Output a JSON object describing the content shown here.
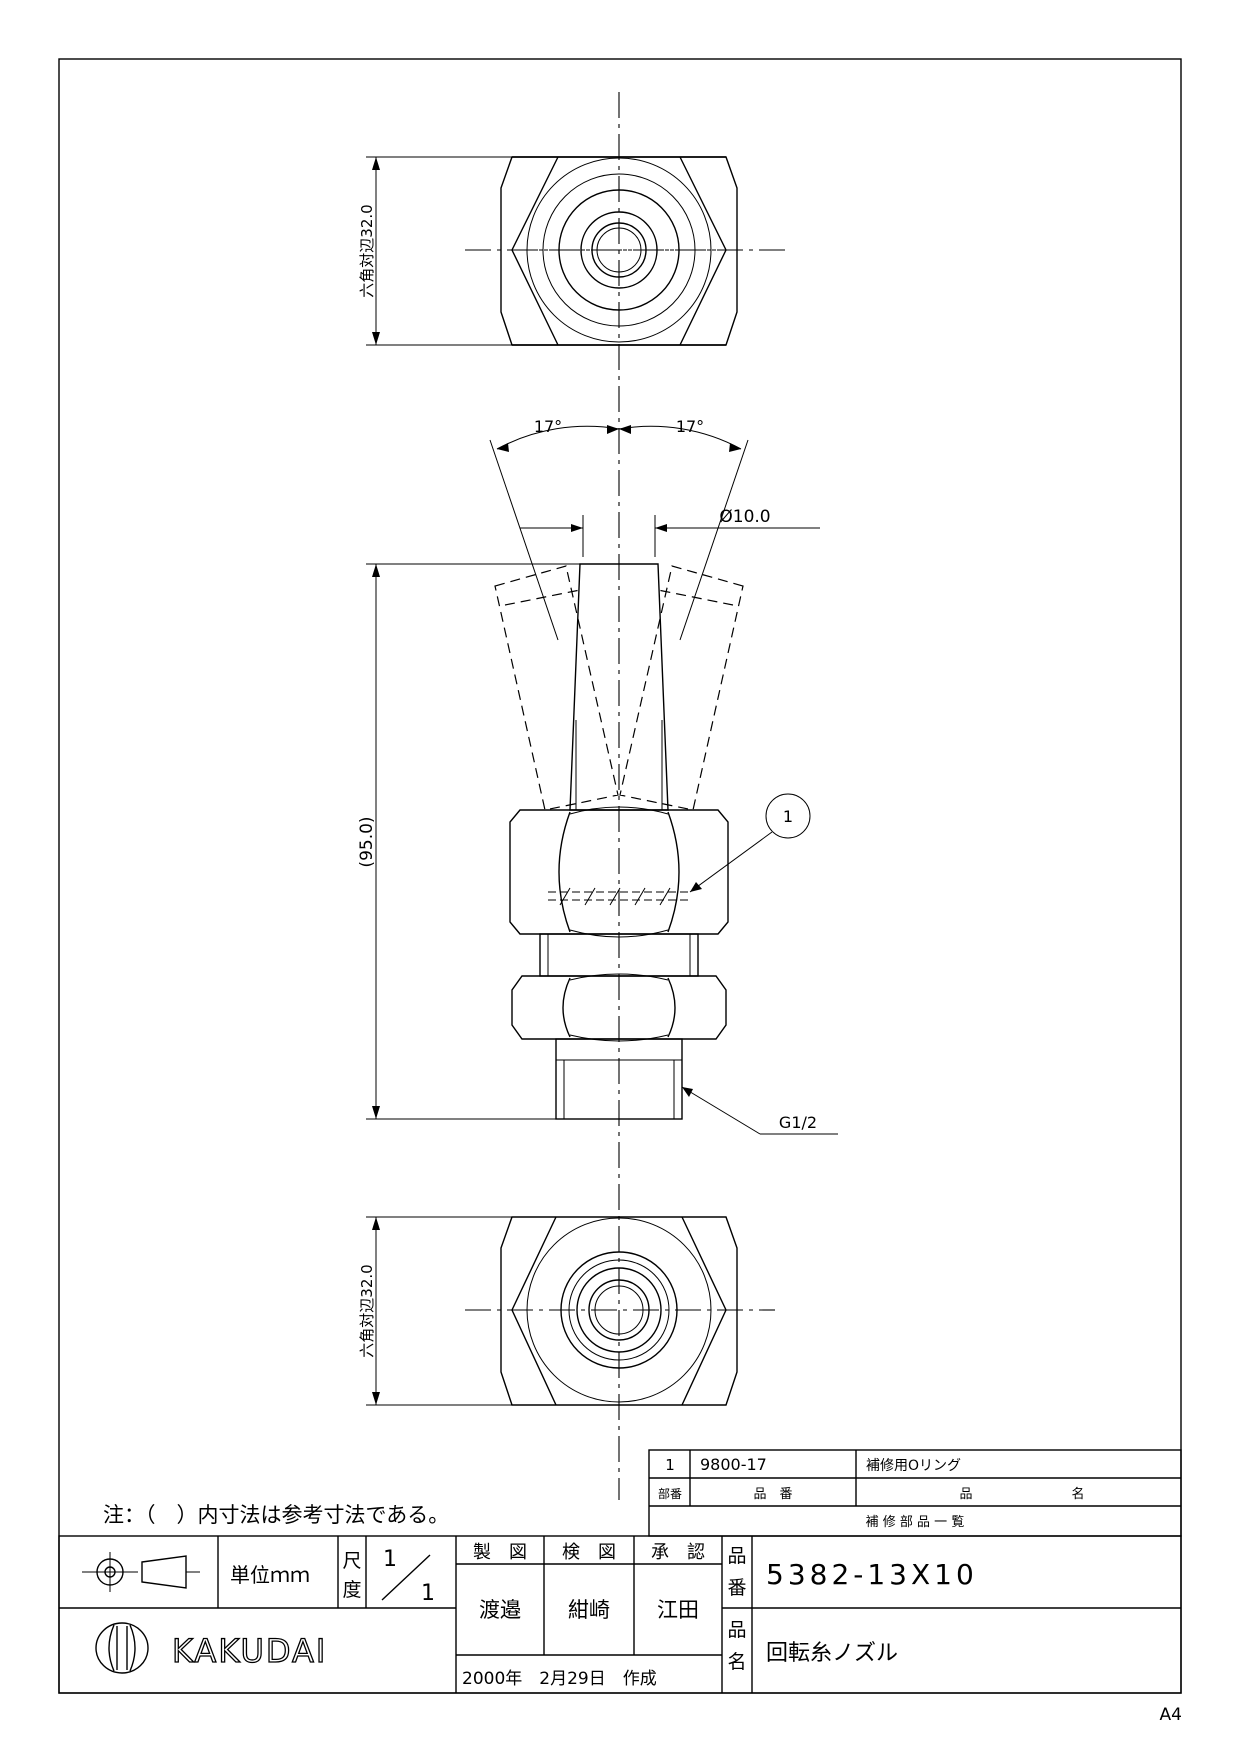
{
  "drawing": {
    "dim_hex_top": "六角対辺32.0",
    "dim_hex_bottom": "六角対辺32.0",
    "angle_left": "17°",
    "angle_right": "17°",
    "dim_diameter": "Ø10.0",
    "dim_length": "(95.0)",
    "balloon_1": "1",
    "thread_label": "G1/2"
  },
  "parts_list": {
    "row": {
      "num": "1",
      "part_no": "9800-17",
      "name": "補修用Oリング"
    },
    "header": {
      "num": "部番",
      "part_no": "品　番",
      "name_a": "品",
      "name_b": "名"
    },
    "caption": "補 修 部 品 一 覧"
  },
  "note": "注：（　）内寸法は参考寸法である。",
  "title_block": {
    "unit_label": "単位ｍｍ",
    "scale_label_a": "尺",
    "scale_label_b": "度",
    "scale_num": "1",
    "scale_den": "1",
    "drawn_label": "製　図",
    "checked_label": "検　図",
    "approved_label": "承　認",
    "drawn_by": "渡邉",
    "checked_by": "紺崎",
    "approved_by": "江田",
    "date": "2000年　2月29日　作成",
    "part_no_label_a": "品",
    "part_no_label_b": "番",
    "part_no": "5382-13X10",
    "part_name_label_a": "品",
    "part_name_label_b": "名",
    "part_name": "回転糸ノズル",
    "brand": "KAKUDAI"
  },
  "paper_size": "A4"
}
